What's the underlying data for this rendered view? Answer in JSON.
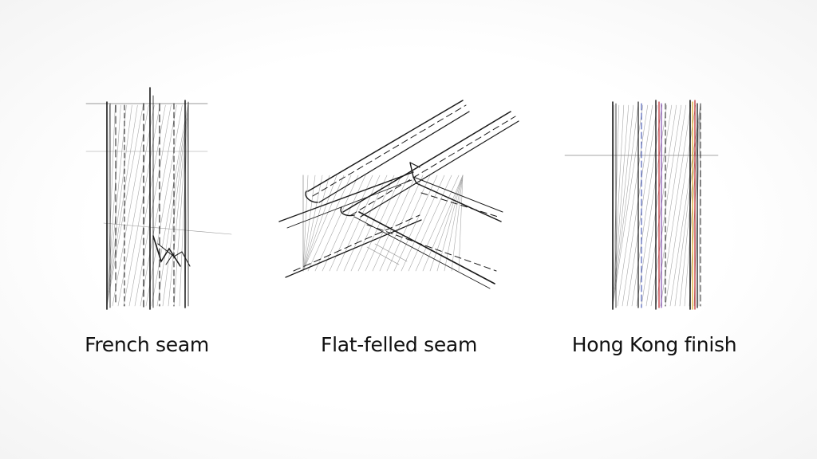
{
  "diagrams": [
    {
      "id": "french",
      "caption": "French seam"
    },
    {
      "id": "flat",
      "caption": "Flat-felled seam"
    },
    {
      "id": "hk",
      "caption": "Hong Kong finish"
    }
  ],
  "colors": {
    "ink": "#1a1a1a",
    "hatch": "#9a9a9a",
    "binding_blue": "#2b3fa8",
    "binding_red": "#c0262b",
    "binding_purple": "#6a2aa0",
    "binding_yellow": "#d8a419"
  }
}
